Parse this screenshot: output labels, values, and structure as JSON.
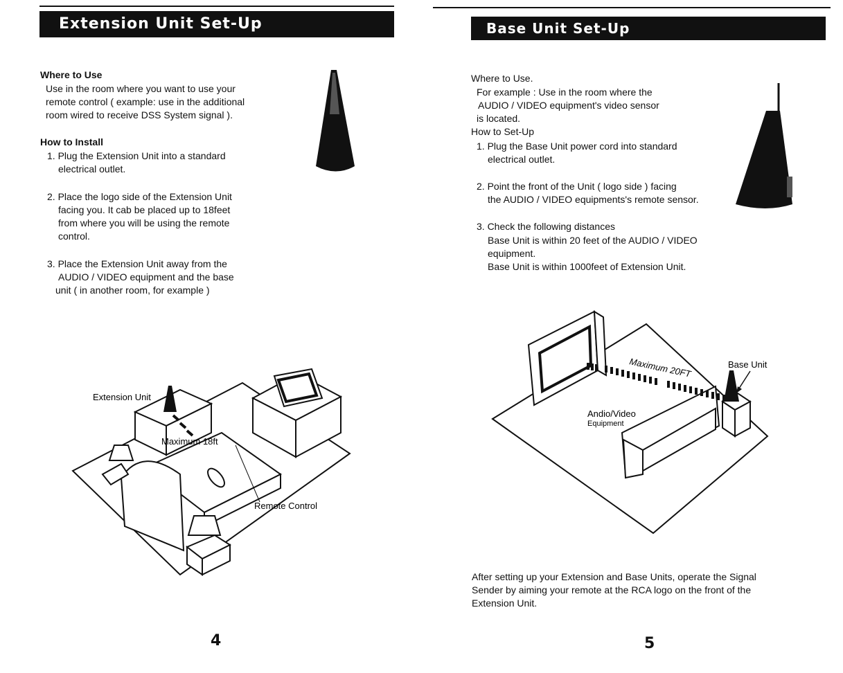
{
  "left": {
    "title": "Extension Unit Set-Up",
    "where_heading": "Where to Use",
    "where_lines": [
      "Use in the room where you want to use your",
      "remote control ( example: use in the additional",
      "room wired to receive DSS System signal )."
    ],
    "how_heading": "How to Install",
    "step1": [
      "1. Plug the Extension Unit into a standard",
      "electrical outlet."
    ],
    "step2": [
      "2. Place the logo side of the Extension Unit",
      "facing you. It cab be placed up to 18feet",
      "from where you will be using the remote",
      "control."
    ],
    "step3": [
      "3. Place the Extension Unit away from the",
      "AUDIO / VIDEO equipment and the base",
      "unit ( in another room, for example )"
    ],
    "diagram": {
      "extension_unit_label": "Extension Unit",
      "distance_label": "Maximum 18ft",
      "remote_label": "Remote Control"
    },
    "page_number": "4"
  },
  "right": {
    "title": "Base Unit Set-Up",
    "where_heading": "Where to Use.",
    "where_lines": [
      "For example : Use in the room where the",
      "AUDIO / VIDEO equipment's video sensor",
      "is located."
    ],
    "how_heading": "How to Set-Up",
    "step1": [
      "1. Plug the Base Unit power cord into standard",
      "electrical outlet."
    ],
    "step2": [
      "2. Point the front of the Unit ( logo side ) facing",
      "the AUDIO / VIDEO equipments's remote sensor."
    ],
    "step3": [
      "3. Check the following distances",
      "Base Unit is within 20 feet of the AUDIO / VIDEO",
      "equipment.",
      "Base Unit is within 1000feet of Extension Unit."
    ],
    "diagram": {
      "distance_label": "Maximum 20FT",
      "base_unit_label": "Base Unit",
      "av_label_1": "Andio/Video",
      "av_label_2": "Equipment"
    },
    "footer": [
      "After setting up your Extension and Base Units, operate the Signal",
      "Sender by aiming your remote at the RCA logo on the front of the",
      "Extension Unit."
    ],
    "page_number": "5"
  }
}
